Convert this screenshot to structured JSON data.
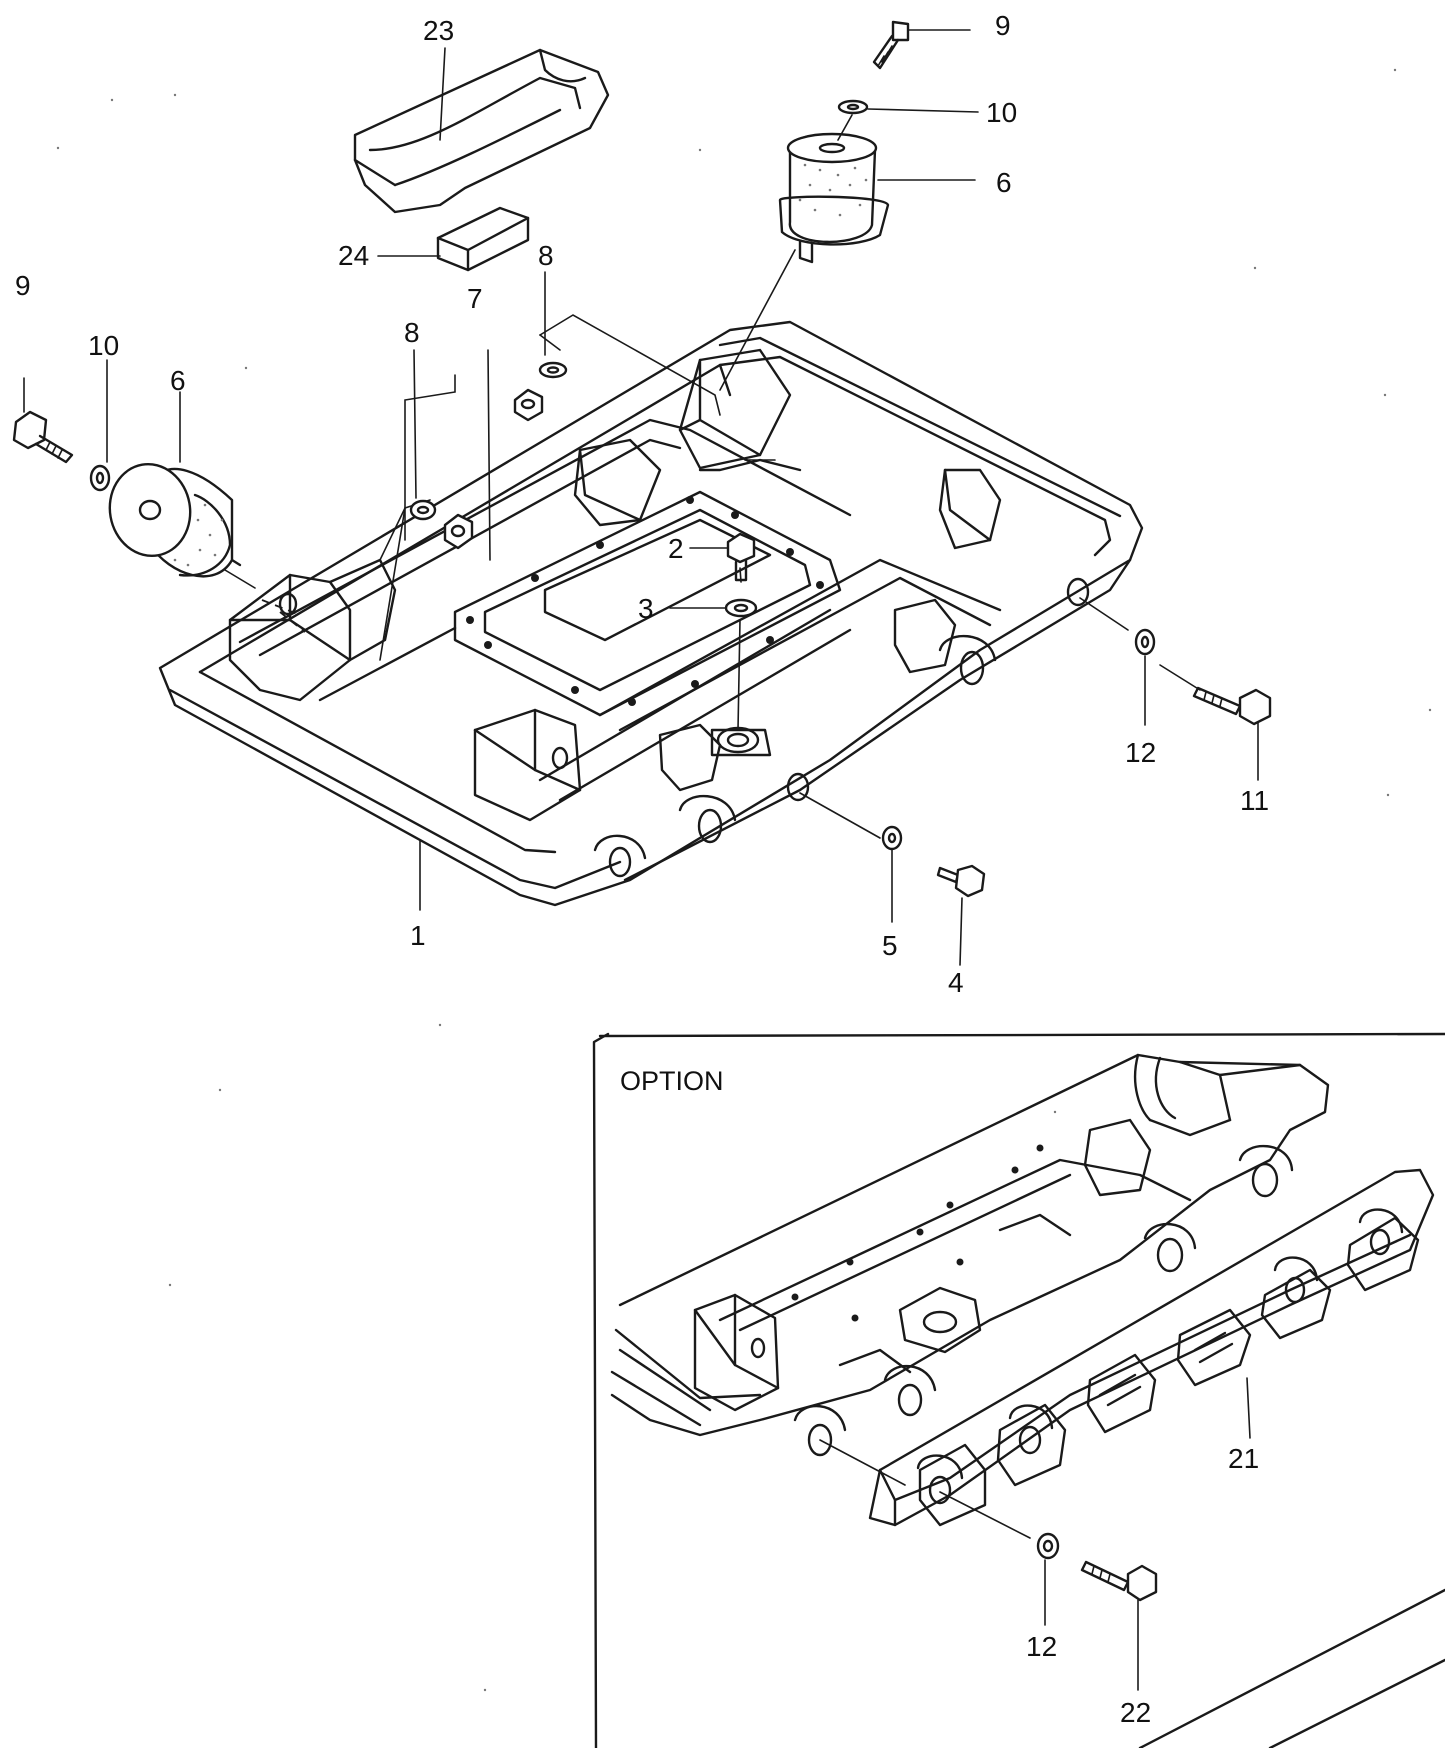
{
  "callouts": [
    {
      "id": "23",
      "text": "23"
    },
    {
      "id": "9a",
      "text": "9"
    },
    {
      "id": "10a",
      "text": "10"
    },
    {
      "id": "6a",
      "text": "6"
    },
    {
      "id": "24",
      "text": "24"
    },
    {
      "id": "8a",
      "text": "8"
    },
    {
      "id": "7",
      "text": "7"
    },
    {
      "id": "9b",
      "text": "9"
    },
    {
      "id": "10b",
      "text": "10"
    },
    {
      "id": "6b",
      "text": "6"
    },
    {
      "id": "8b",
      "text": "8"
    },
    {
      "id": "2",
      "text": "2"
    },
    {
      "id": "3",
      "text": "3"
    },
    {
      "id": "12a",
      "text": "12"
    },
    {
      "id": "11",
      "text": "11"
    },
    {
      "id": "1",
      "text": "1"
    },
    {
      "id": "5",
      "text": "5"
    },
    {
      "id": "4",
      "text": "4"
    },
    {
      "id": "21",
      "text": "21"
    },
    {
      "id": "12b",
      "text": "12"
    },
    {
      "id": "22",
      "text": "22"
    }
  ],
  "inset": {
    "title": "OPTION"
  }
}
